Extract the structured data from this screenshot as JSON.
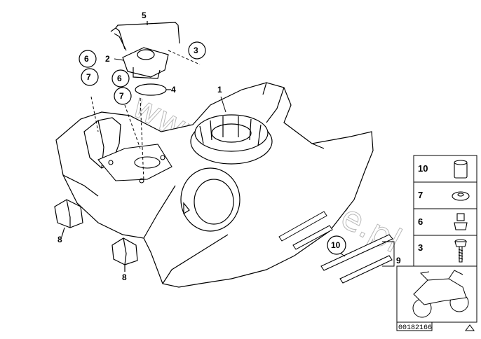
{
  "diagram": {
    "watermark": "www.bmwstore.pl",
    "reference_number": "00182166",
    "callouts": [
      "1",
      "2",
      "3",
      "4",
      "5",
      "6",
      "7",
      "8",
      "9",
      "10"
    ],
    "legend": {
      "items": [
        "10",
        "7",
        "6",
        "3"
      ]
    }
  }
}
